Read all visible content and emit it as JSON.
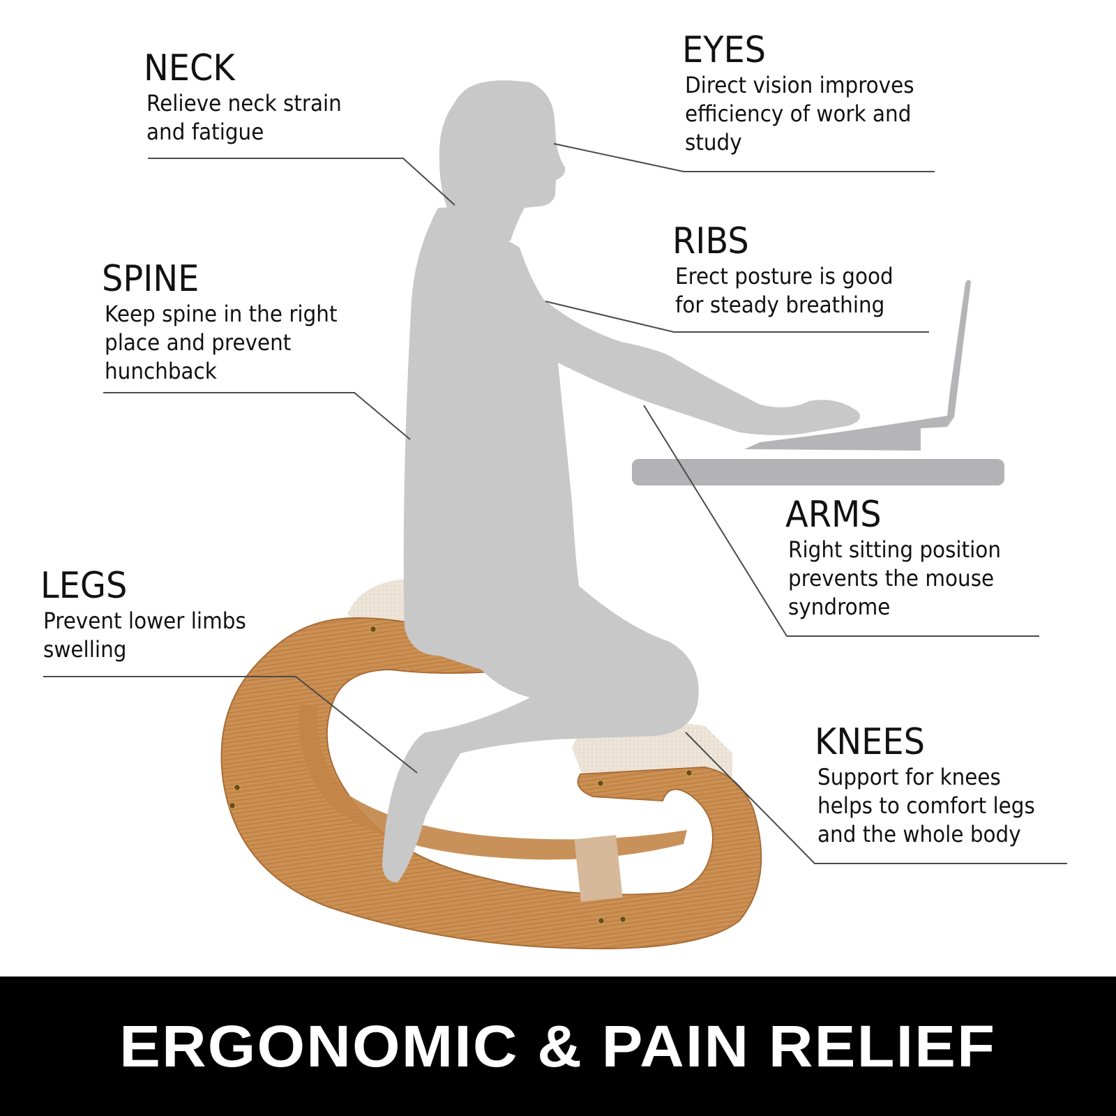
{
  "colors": {
    "background": "#ffffff",
    "silhouette": "#c8c8c8",
    "laptop": "#b5b5b7",
    "desk": "#b3b3b5",
    "wood": "#c98c4f",
    "wood_dark": "#a86c36",
    "cushion": "#ece2d6",
    "leader_line": "#4a4a4a",
    "text": "#111111",
    "footer_bg": "#000000",
    "footer_text": "#ffffff"
  },
  "callouts": [
    {
      "id": "neck",
      "title": "NECK",
      "description": "Relieve neck strain\nand fatigue"
    },
    {
      "id": "eyes",
      "title": "EYES",
      "description": "Direct vision improves\nefficiency of work and\nstudy"
    },
    {
      "id": "spine",
      "title": "SPINE",
      "description": "Keep spine in the right\nplace and prevent\nhunchback"
    },
    {
      "id": "ribs",
      "title": "RIBS",
      "description": "Erect posture is good\nfor steady breathing"
    },
    {
      "id": "arms",
      "title": "ARMS",
      "description": "Right sitting position\nprevents the mouse\nsyndrome"
    },
    {
      "id": "legs",
      "title": "LEGS",
      "description": "Prevent lower limbs\nswelling"
    },
    {
      "id": "knees",
      "title": "KNEES",
      "description": "Support for knees\nhelps to comfort legs\nand the whole body"
    }
  ],
  "footer": {
    "banner_text": "ERGONOMIC & PAIN RELIEF"
  }
}
